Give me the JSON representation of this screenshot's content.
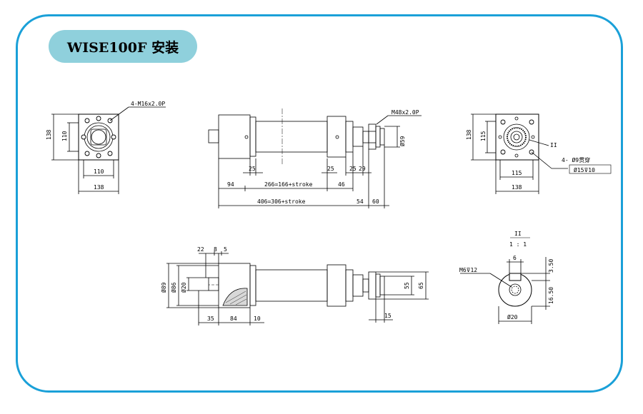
{
  "title": "WISE100F 安装",
  "colors": {
    "border": "#1aa0d8",
    "title_bg": "#8fd0dc",
    "line": "#000000",
    "body_fill": "#e8e8e8"
  },
  "view_front_left": {
    "thread_note": "4-M16x2.0P",
    "dim_outer_h": "138",
    "dim_inner_h": "110",
    "dim_inner_w": "110",
    "dim_outer_w": "138"
  },
  "view_side_top": {
    "thread_note": "M48x2.0P",
    "dia": "Ø59",
    "d25a": "25",
    "d25b": "25",
    "d25c": "25",
    "d29": "29",
    "d94": "94",
    "d266": "266=166+stroke",
    "d46": "46",
    "d406": "406=306+stroke",
    "d54": "54",
    "d60": "60"
  },
  "view_front_right": {
    "detail_ref": "II",
    "dim_outer_h": "138",
    "dim_inner_h": "115",
    "dim_inner_w": "115",
    "dim_outer_w": "138",
    "hole_note": "4- Ø9贯穿",
    "cbore_note": "Ø15⊽10"
  },
  "view_side_bottom": {
    "d22": "22",
    "d8": "8",
    "d5": "5",
    "d89": "Ø89",
    "d86": "Ø86",
    "d20": "Ø20",
    "d35": "35",
    "d84": "84",
    "d10": "10",
    "d55": "55",
    "d65": "65",
    "d15": "15"
  },
  "detail_view": {
    "label": "II",
    "scale": "1 : 1",
    "d6": "6",
    "d350": "3.50",
    "thread": "M6⊽12",
    "d1650": "16.50",
    "d20": "Ø20"
  }
}
